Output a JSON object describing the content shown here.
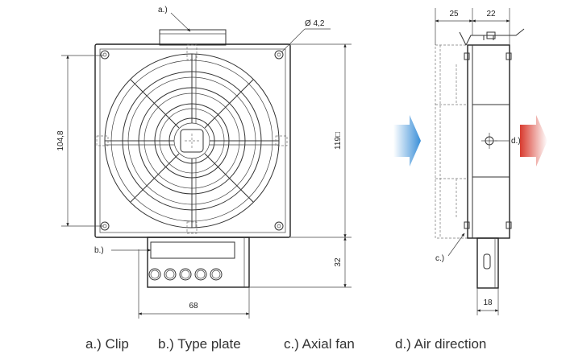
{
  "front_view": {
    "dim_height_mounting": "104,8",
    "dim_height_total": "119□",
    "dim_hole": "Ø 4,2",
    "dim_base_height": "32",
    "dim_base_width": "68",
    "callout_clip": "a.)",
    "callout_type_plate": "b.)"
  },
  "side_view": {
    "dim_depth_fan": "25",
    "dim_depth_body": "22",
    "dim_base_depth": "18",
    "callout_axial_fan": "c.)",
    "callout_air_direction": "d.)"
  },
  "legend": {
    "a": "a.) Clip",
    "b": "b.) Type plate",
    "c": "c.) Axial fan",
    "d": "d.) Air direction"
  },
  "colors": {
    "airflow_in": "#3a8fd8",
    "airflow_out": "#e0463a"
  }
}
